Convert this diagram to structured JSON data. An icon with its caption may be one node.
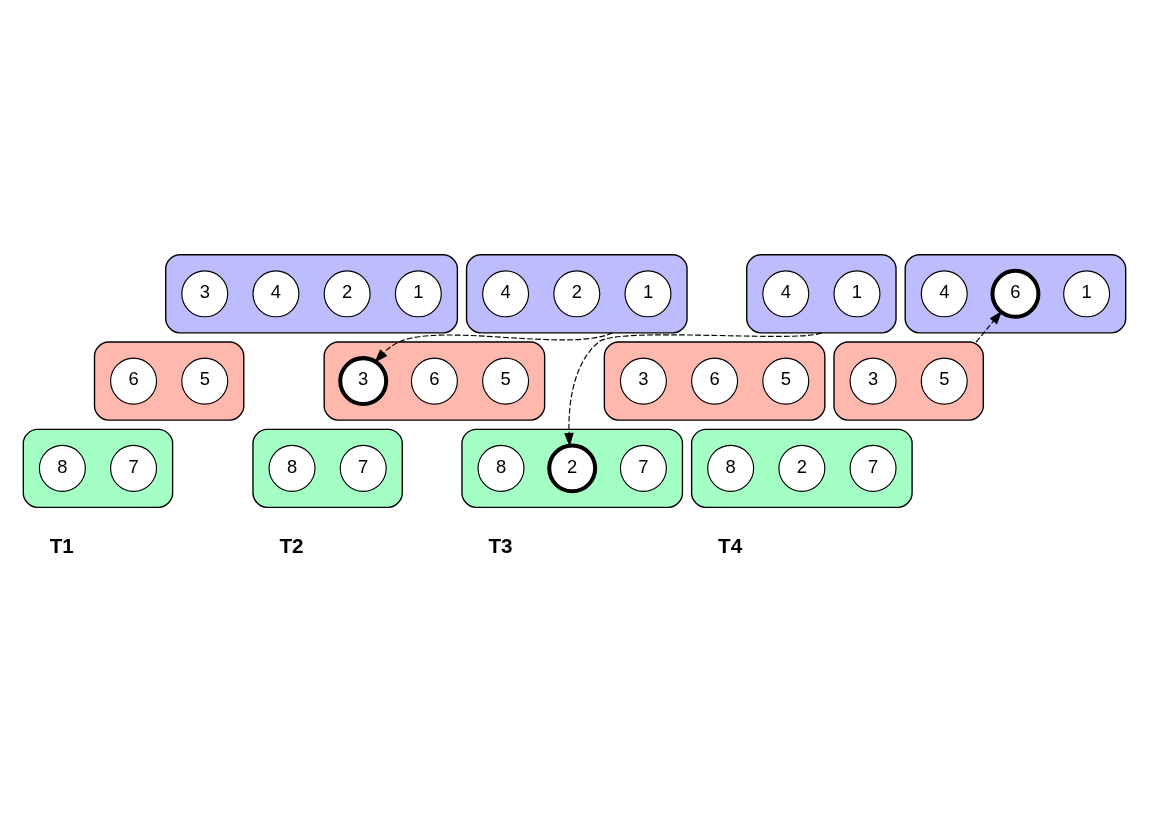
{
  "diagram": {
    "nodes": [
      {
        "text": [],
        "shape": "polygon"
      },
      {
        "text": [
          "1"
        ],
        "in": 0
      },
      {
        "text": [
          "2"
        ],
        "in": 0
      },
      {
        "text": [
          "4"
        ],
        "in": 0
      },
      {
        "text": [
          "3"
        ],
        "in": 0
      },
      {
        "text": [],
        "shape": "polygon"
      },
      {
        "text": [
          "5"
        ],
        "in": 5
      },
      {
        "text": [
          "6"
        ],
        "in": 5
      },
      {
        "text": [],
        "shape": "polygon"
      },
      {
        "text": [
          "7"
        ],
        "in": 8
      },
      {
        "text": [
          "8"
        ],
        "in": 8
      },
      {
        "text": [],
        "shape": "polygon"
      },
      {
        "text": [
          "1"
        ],
        "in": 11
      },
      {
        "text": [
          "2"
        ],
        "in": 11
      },
      {
        "text": [
          "4"
        ],
        "in": 11
      },
      {
        "text": [],
        "shape": "polygon"
      },
      {
        "text": [
          "5"
        ],
        "in": 15
      },
      {
        "text": [
          "6"
        ],
        "in": 15
      },
      {
        "text": [
          "3"
        ],
        "in": 15
      },
      {
        "text": [],
        "shape": "polygon"
      },
      {
        "text": [
          "7"
        ],
        "in": 19
      },
      {
        "text": [
          "8"
        ],
        "in": 19
      },
      {
        "text": [],
        "shape": "polygon"
      },
      {
        "text": [
          "1"
        ],
        "in": 22
      },
      {
        "text": [
          "4"
        ],
        "in": 22
      },
      {
        "text": [],
        "shape": "polygon"
      },
      {
        "text": [
          "5"
        ],
        "in": 25
      },
      {
        "text": [
          "6"
        ],
        "in": 25
      },
      {
        "text": [
          "3"
        ],
        "in": 25
      },
      {
        "text": [],
        "shape": "polygon"
      },
      {
        "text": [
          "7"
        ],
        "in": 29
      },
      {
        "text": [
          "2"
        ],
        "in": 29
      },
      {
        "text": [
          "8"
        ],
        "in": 29
      },
      {
        "text": [],
        "shape": "polygon"
      },
      {
        "text": [
          "1"
        ],
        "in": 33
      },
      {
        "text": [
          "6"
        ],
        "in": 33
      },
      {
        "text": [
          "4"
        ],
        "in": 33
      },
      {
        "text": [],
        "shape": "polygon"
      },
      {
        "text": [
          "5"
        ],
        "in": 37
      },
      {
        "text": [
          "3"
        ],
        "in": 37
      },
      {
        "text": [],
        "shape": "polygon"
      },
      {
        "text": [
          "7"
        ],
        "in": 40
      },
      {
        "text": [
          "2"
        ],
        "in": 40
      },
      {
        "text": [
          "8"
        ],
        "in": 40
      }
    ],
    "edges": [
      {
        "from": 11,
        "to": 18,
        "arrow": "to",
        "style": "dashed"
      },
      {
        "from": 22,
        "to": 31,
        "arrow": "to",
        "style": "dashed"
      },
      {
        "from": 37,
        "to": 35,
        "arrow": "to",
        "style": "dashed"
      }
    ],
    "labels": [
      "T1",
      "T2",
      "T3",
      "T4"
    ]
  }
}
